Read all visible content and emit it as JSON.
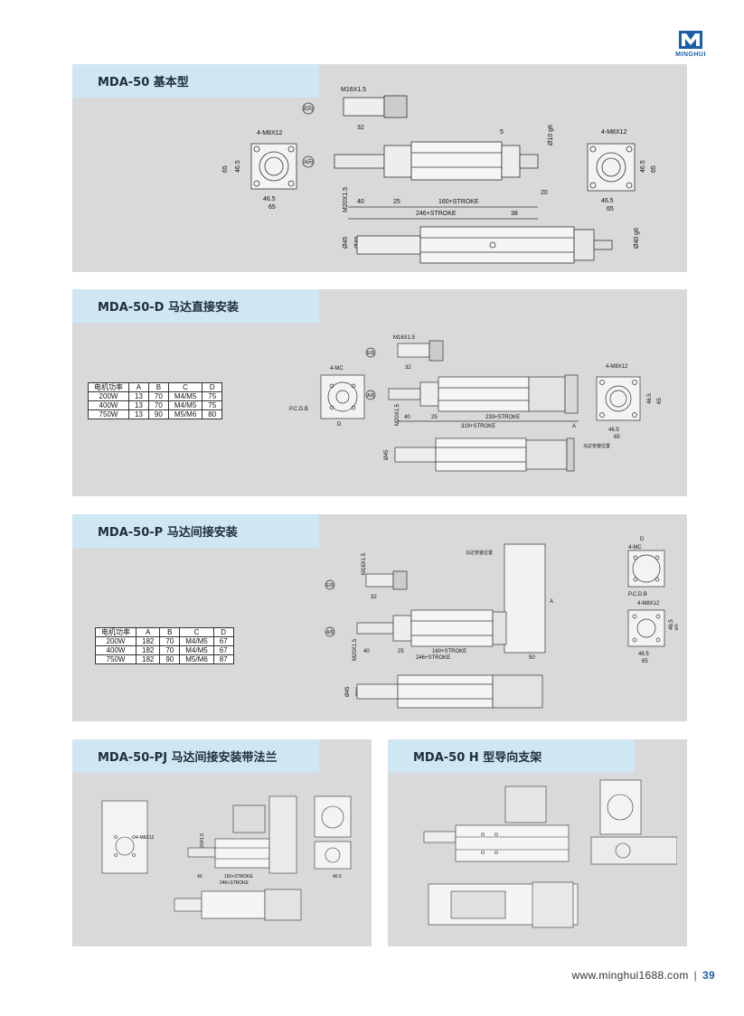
{
  "brand": {
    "logo_text": "MINGHUI"
  },
  "sections": {
    "basic": {
      "title": "MDA-50 基本型"
    },
    "direct": {
      "title": "MDA-50-D 马达直接安装",
      "table": {
        "headers": [
          "电机功率",
          "A",
          "B",
          "C",
          "D"
        ],
        "rows": [
          [
            "200W",
            "13",
            "70",
            "M4/M5",
            "75"
          ],
          [
            "400W",
            "13",
            "70",
            "M4/M5",
            "75"
          ],
          [
            "750W",
            "13",
            "90",
            "M5/M6",
            "80"
          ]
        ]
      }
    },
    "parallel": {
      "title": "MDA-50-P 马达间接安装",
      "table": {
        "headers": [
          "电机功率",
          "A",
          "B",
          "C",
          "D"
        ],
        "rows": [
          [
            "200W",
            "182",
            "70",
            "M4/M5",
            "67"
          ],
          [
            "400W",
            "182",
            "70",
            "M4/M5",
            "67"
          ],
          [
            "750W",
            "182",
            "90",
            "M5/M6",
            "87"
          ]
        ]
      }
    },
    "flange": {
      "title": "MDA-50-PJ 马达间接安装带法兰"
    },
    "guide": {
      "title": "MDA-50 H 型导向支架"
    }
  },
  "dims": {
    "thread": "M16X1.5",
    "side_w": "32",
    "mount_holes": "4-M8X12",
    "h65": "65",
    "h465": "46.5",
    "w465": "46.5",
    "w65": "65",
    "w5": "5",
    "d10": "Ø10 g6",
    "w20": "20",
    "rod_thread": "M20X1.5",
    "w40": "40",
    "w25": "25",
    "stroke160": "160+STROKE",
    "w38": "38",
    "stroke246": "246+STROKE",
    "d45": "Ø45",
    "d30": "Ø30",
    "d40": "Ø40 g6",
    "view_e": "E向",
    "view_a": "A向",
    "mc": "4-MC",
    "pcd": "P.C.D.B",
    "a_label": "A",
    "d_label": "D",
    "stroke233": "233+STROKE",
    "stroke319": "319+STROKE",
    "motor_note": "马达安装位置",
    "w50": "50"
  },
  "footer": {
    "url": "www.minghui1688.com",
    "page": "39"
  }
}
